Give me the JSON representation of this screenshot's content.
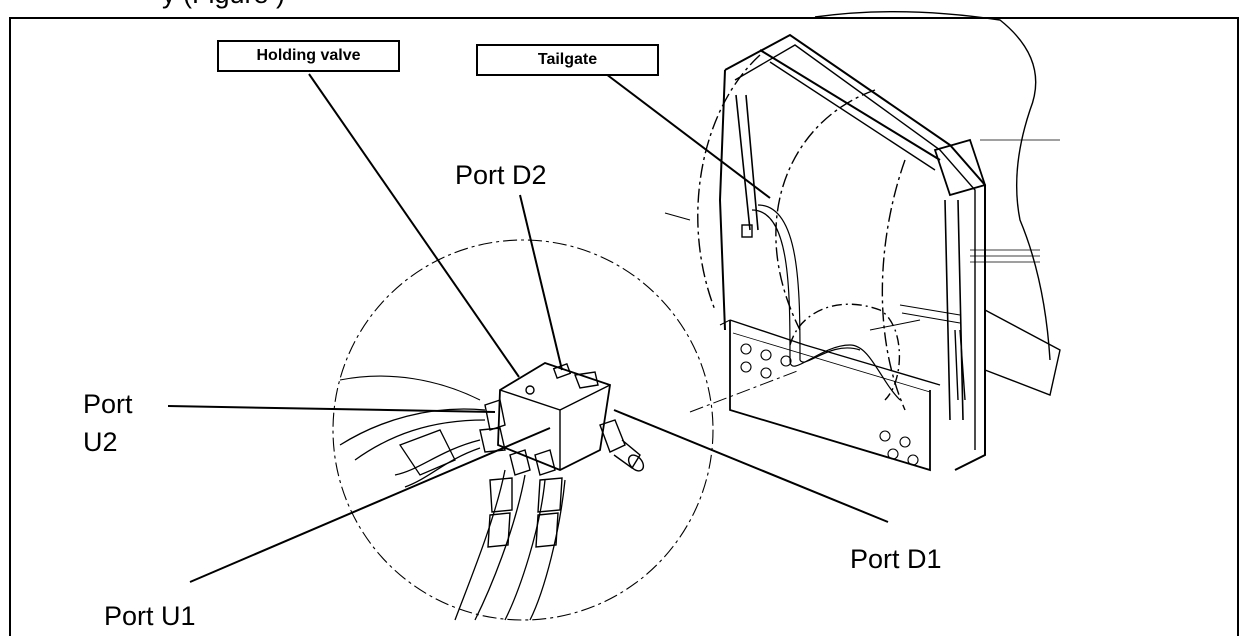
{
  "header": {
    "cropped_text": "y (Figure )"
  },
  "callouts": {
    "holding_valve": "Holding valve",
    "tailgate": "Tailgate"
  },
  "ports": {
    "d2": "Port D2",
    "u2_line1": "Port",
    "u2_line2": "U2",
    "d1": "Port D1",
    "u1": "Port U1"
  },
  "colors": {
    "line": "#000000",
    "background": "#ffffff"
  }
}
